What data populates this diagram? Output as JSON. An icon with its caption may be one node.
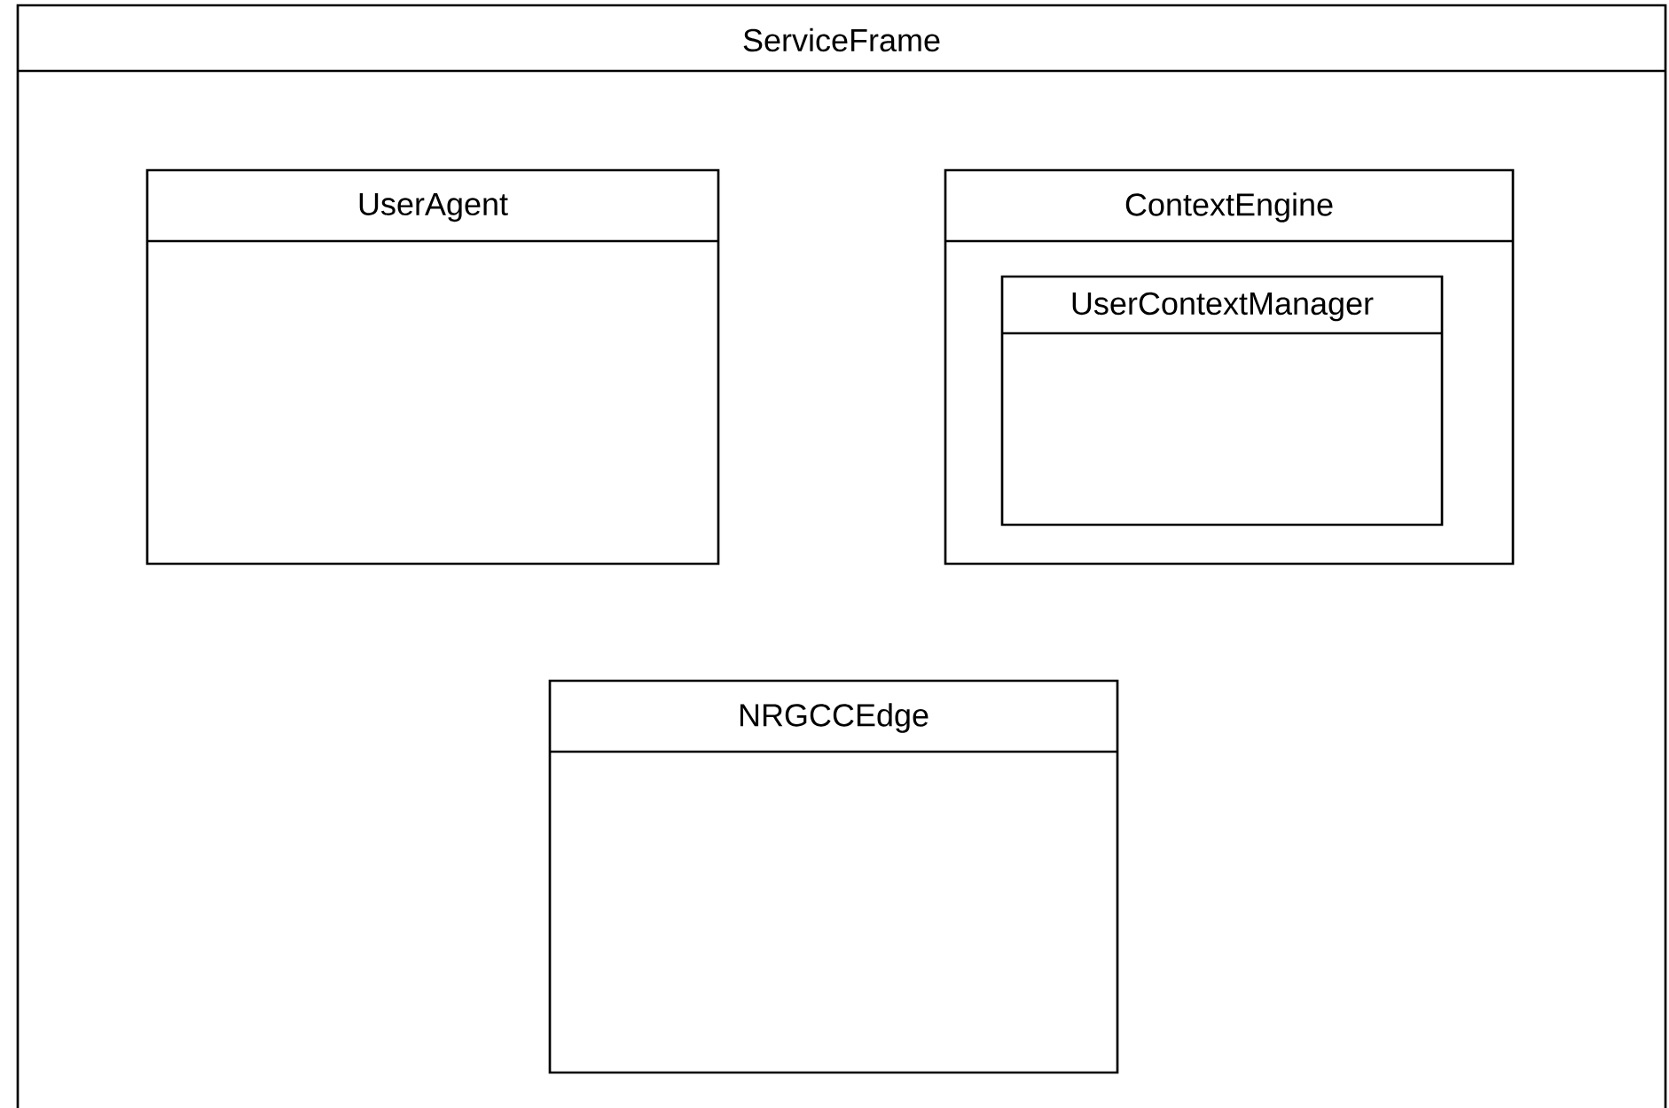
{
  "diagram": {
    "nodes": [
      {
        "text": [
          "ServiceFrame"
        ]
      },
      {
        "text": [
          "UserAgent"
        ],
        "in": 0
      },
      {
        "text": [
          "ContextEngine"
        ],
        "in": 0
      },
      {
        "text": [
          "UserContextManager"
        ],
        "in": 2
      },
      {
        "text": [
          "NRGCCEdge"
        ],
        "in": 0
      }
    ]
  }
}
